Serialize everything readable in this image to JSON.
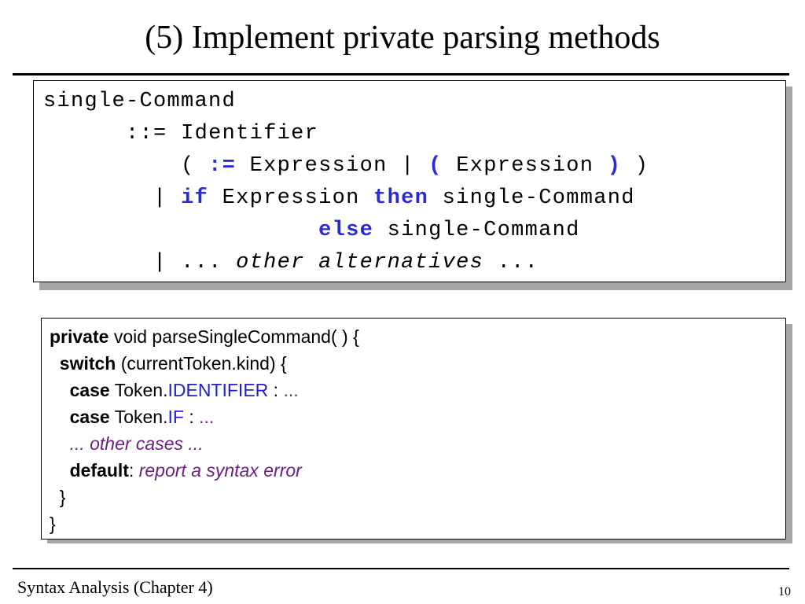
{
  "slide": {
    "title": "(5) Implement private parsing methods",
    "footer": "Syntax Analysis (Chapter 4)",
    "page_number": "10"
  },
  "grammar": {
    "l1_nonterminal": "single-Command",
    "l2_define": "::=",
    "l2_identifier": "Identifier",
    "l3_open": "(",
    "l3_assign": ":=",
    "l3_expression1": "Expression",
    "l3_bar": "|",
    "l3_lparen": "(",
    "l3_expression2": "Expression",
    "l3_rparen": ")",
    "l3_close": ")",
    "l4_bar": "|",
    "l4_if": "if",
    "l4_expression": "Expression",
    "l4_then": "then",
    "l4_command": "single-Command",
    "l5_else": "else",
    "l5_command": "single-Command",
    "l6_bar": "|",
    "l6_dots_start": "...",
    "l6_other": "other alternatives",
    "l6_dots_end": "..."
  },
  "code": {
    "l1_private": "private",
    "l1_rest": "void parseSingleCommand( ) {",
    "l2_switch": "switch",
    "l2_rest": "(currentToken.kind) {",
    "l3_case": "case",
    "l3_token": "Token.",
    "l3_identifier": "IDENTIFIER",
    "l3_colon": ":",
    "l3_dots": "...",
    "l4_case": "case",
    "l4_token": "Token.",
    "l4_if": "IF",
    "l4_colon": ":",
    "l4_dots": "...",
    "l5_other_cases": "... other cases ...",
    "l6_default": "default",
    "l6_colon": ":",
    "l6_report": "report a syntax error",
    "l7_brace": "}",
    "l8_brace": "}"
  },
  "colors": {
    "keyword_blue": "#2b2bd6",
    "comment_purple": "#6b1f82",
    "shadow_gray": "#a6a6a6"
  }
}
